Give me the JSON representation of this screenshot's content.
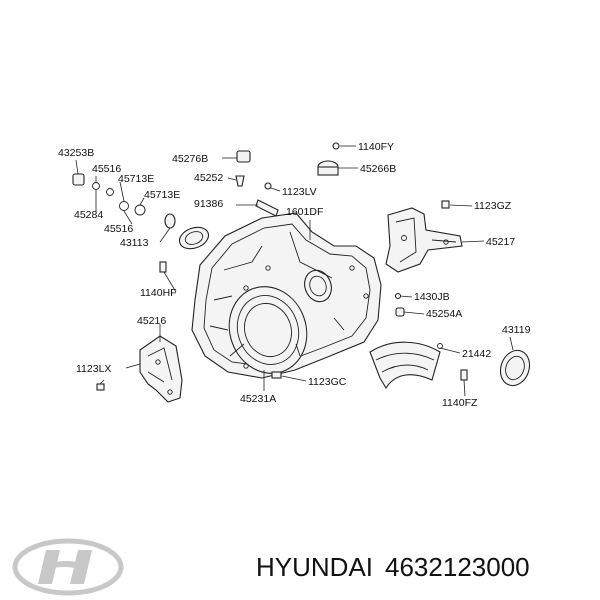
{
  "labels": {
    "l43253b": "43253B",
    "l45516a": "45516",
    "l45713ea": "45713E",
    "l45713eb": "45713E",
    "l45284": "45284",
    "l45516b": "45516",
    "l43113": "43113",
    "l45276b": "45276B",
    "l45252": "45252",
    "l91386": "91386",
    "l1123lv": "1123LV",
    "l1601df": "1601DF",
    "l1140fy": "1140FY",
    "l45266b": "45266B",
    "l1123gz": "1123GZ",
    "l45217": "45217",
    "l1140hf": "1140HF",
    "l1430jb": "1430JB",
    "l45254a": "45254A",
    "l45216": "45216",
    "l43119": "43119",
    "l21442": "21442",
    "l1123lx": "1123LX",
    "l1123gc": "1123GC",
    "l45231a": "45231A",
    "l1140fz": "1140FZ"
  },
  "footer": {
    "brand": "HYUNDAI",
    "part_number": "4632123000"
  }
}
